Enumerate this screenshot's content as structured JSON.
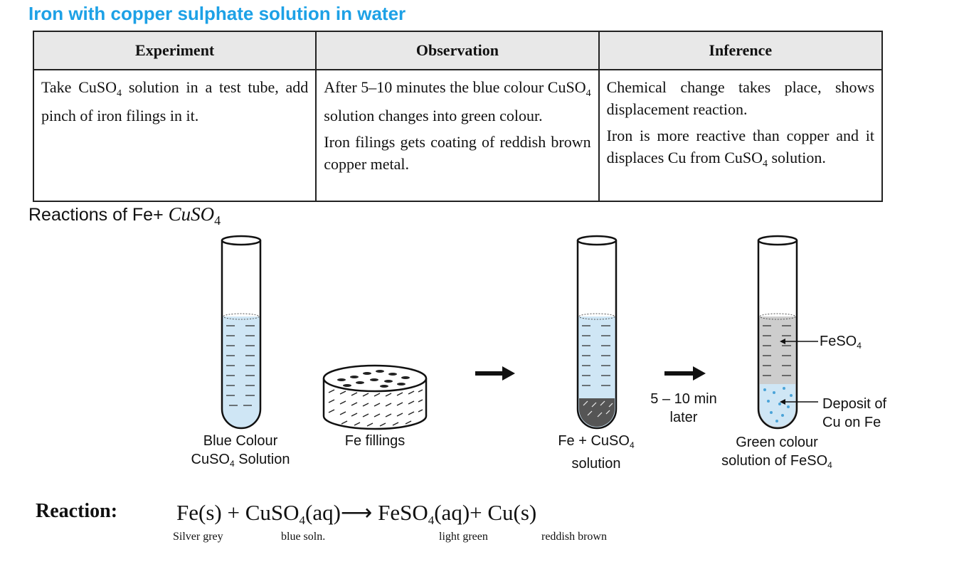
{
  "title": "Iron with copper sulphate solution in water",
  "table": {
    "headers": [
      "Experiment",
      "Observation",
      "Inference"
    ],
    "experiment": {
      "pre": "Take CuSO",
      "sub": "4",
      "post": " solution in a test tube, add pinch of iron filings in it."
    },
    "observation": {
      "p1_pre": "After 5–10 minutes the blue colour CuSO",
      "p1_sub": "4",
      "p1_post": " solution changes into green colour.",
      "p2": "Iron filings gets coating of reddish brown copper metal."
    },
    "inference": {
      "p1": "Chemical change takes place, shows displacement reaction.",
      "p2_pre": "Iron is more reactive than copper and it displaces Cu from CuSO",
      "p2_sub": "4",
      "p2_post": " solution."
    }
  },
  "reactions_heading": {
    "text": "Reactions of Fe+ ",
    "math_main": "CuSO",
    "math_sub": "4"
  },
  "diagram": {
    "labels": {
      "tube1": {
        "line1": "Blue Colour",
        "line2_pre": "CuSO",
        "line2_sub": "4",
        "line2_post": " Solution"
      },
      "dish": "Fe fillings",
      "tube2": {
        "line1_pre": "Fe + CuSO",
        "line1_sub": "4",
        "line2": "solution"
      },
      "time": {
        "line1": "5 – 10 min",
        "line2": "later"
      },
      "tube3": {
        "line1": "Green colour",
        "line2_pre": "solution of FeSO",
        "line2_sub": "4"
      },
      "feso4_pre": "FeSO",
      "feso4_sub": "4",
      "deposit": {
        "line1": "Deposit of",
        "line2": "Cu on Fe"
      }
    },
    "colors": {
      "blue_solution": "#cfe6f5",
      "green_solution": "#cfcfcf",
      "arrow": "#111111"
    }
  },
  "equation": {
    "label": "Reaction:",
    "p1": "Fe(s) + CuSO",
    "p1_sub": "4",
    "p2": "(aq)⟶ FeSO",
    "p2_sub": "4",
    "p3": "(aq)+ Cu(s)",
    "notes": [
      "Silver grey",
      "blue soln.",
      "light green",
      "reddish brown"
    ]
  }
}
